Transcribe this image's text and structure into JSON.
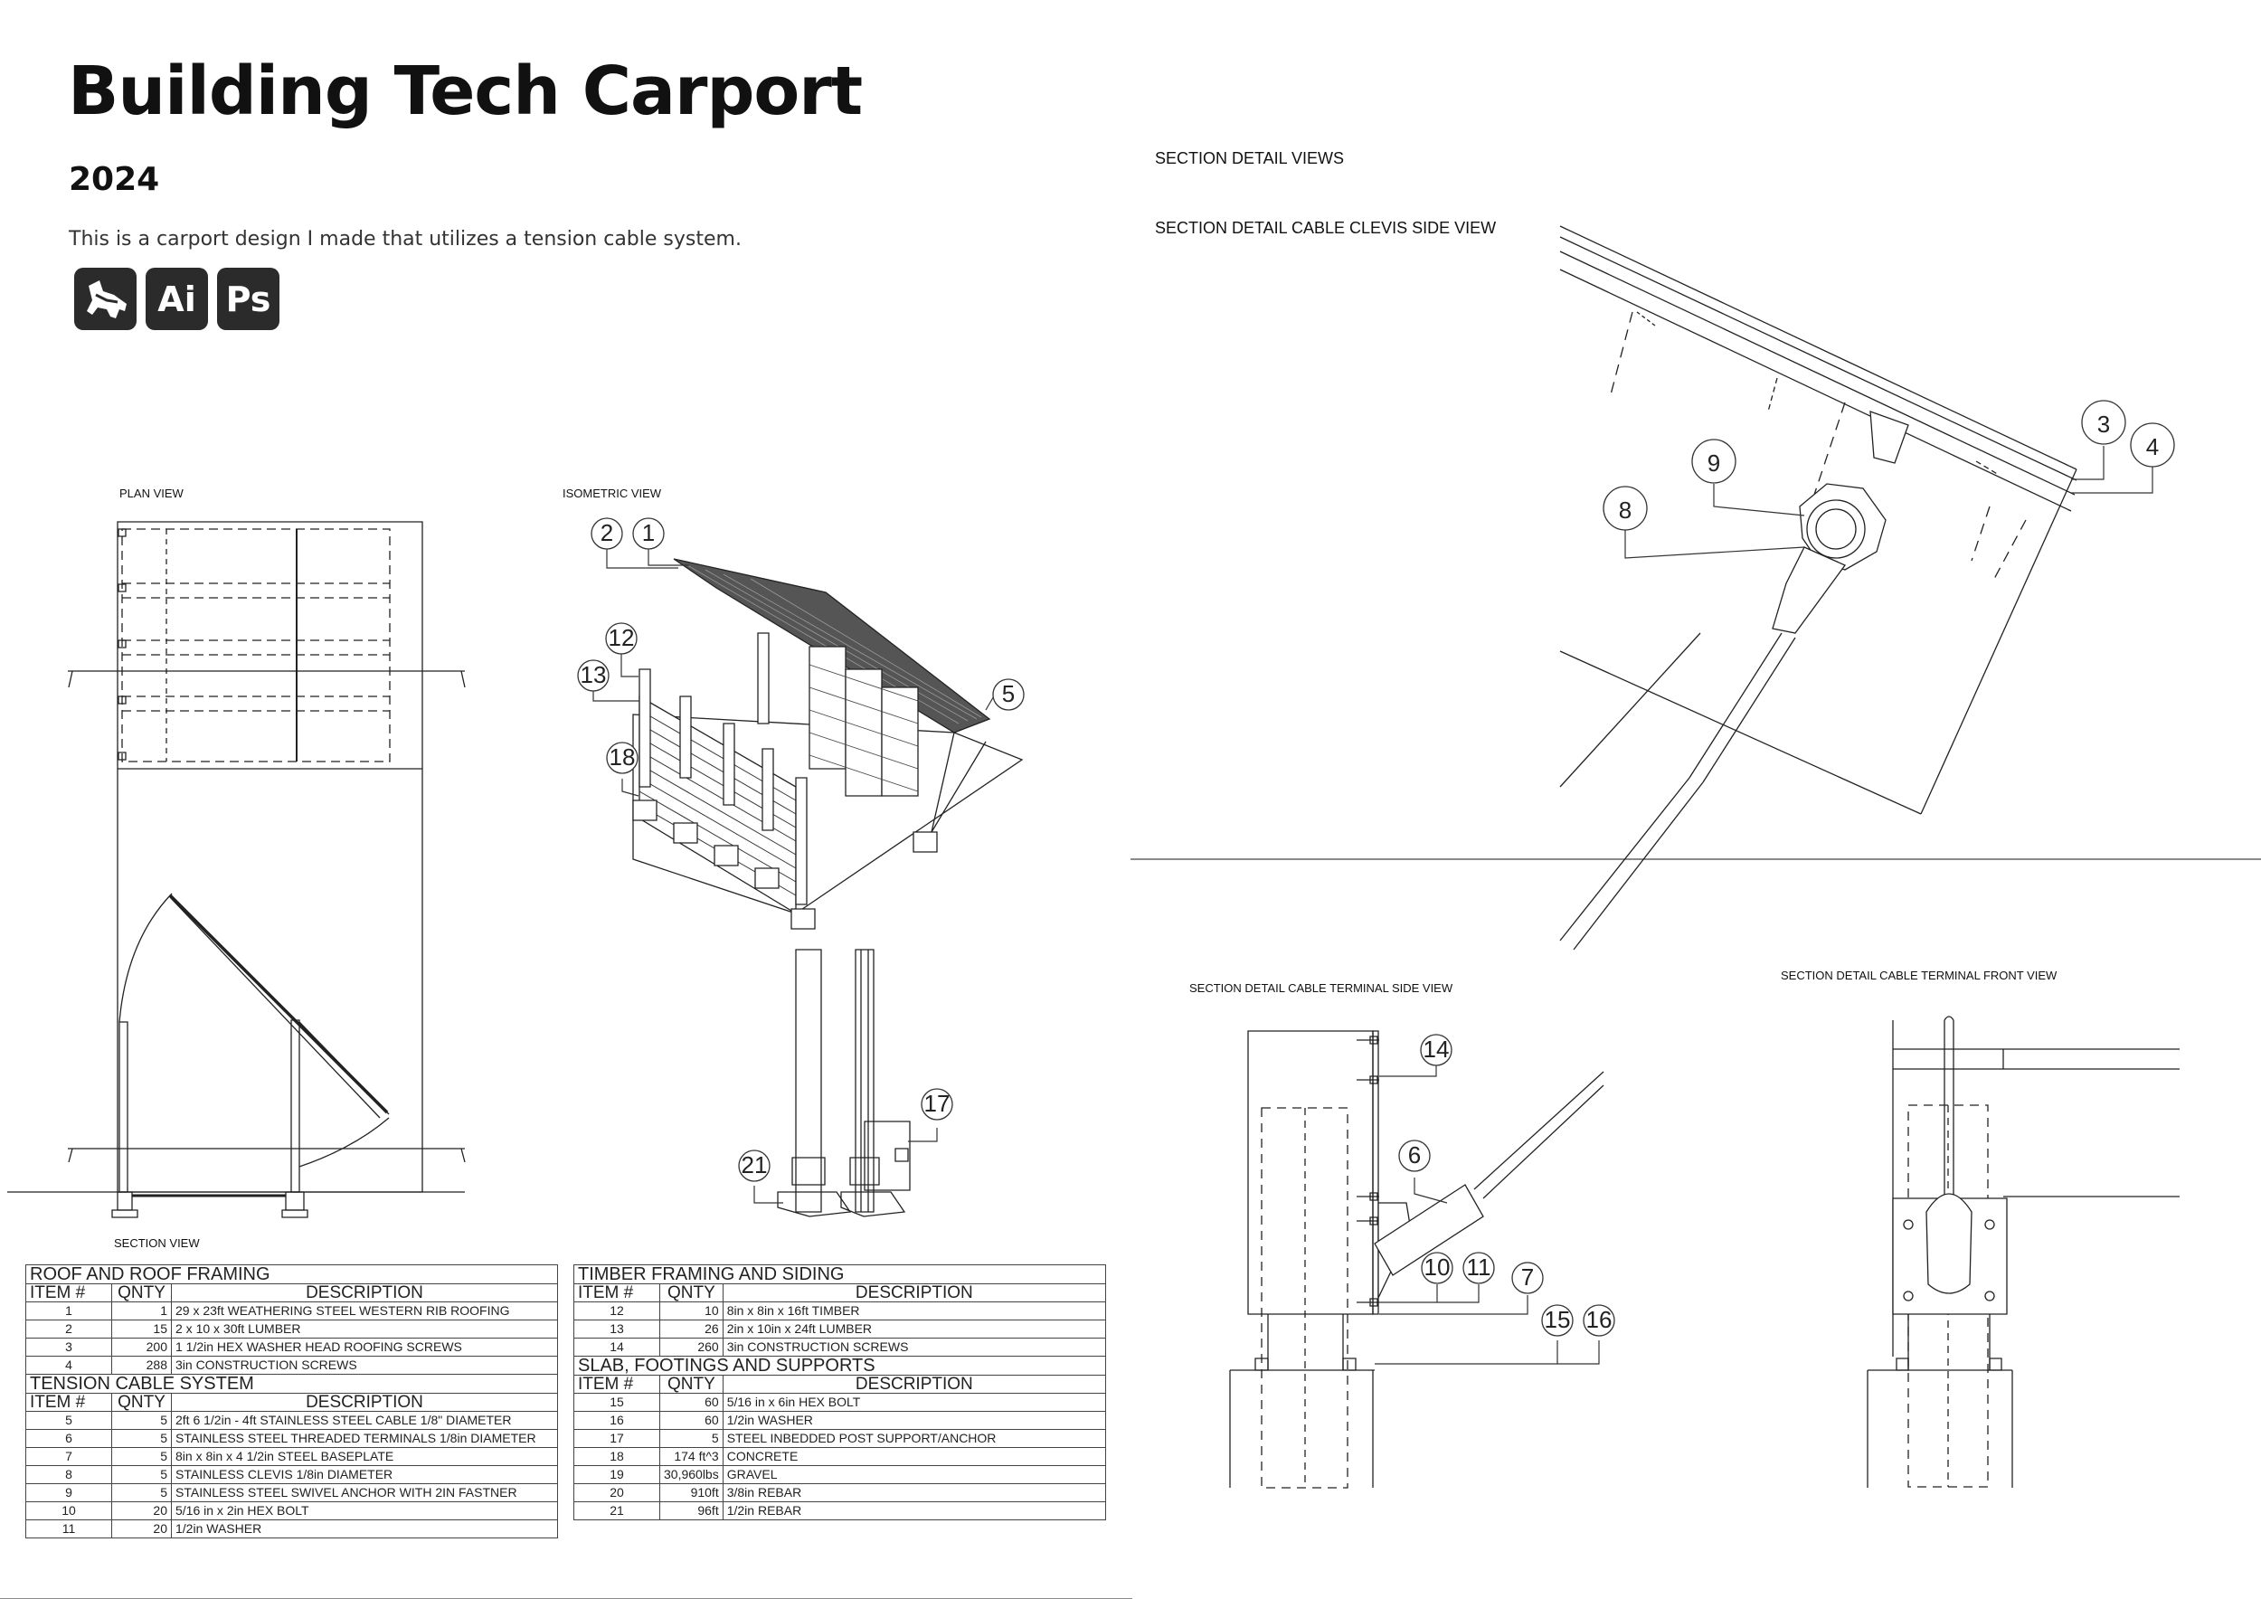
{
  "header": {
    "title": "Building Tech Carport",
    "year": "2024",
    "description": "This is a carport design I made that utilizes a tension cable system."
  },
  "tools": [
    {
      "name": "rhino",
      "icon": "rhino-icon",
      "label": ""
    },
    {
      "name": "illustrator",
      "icon": "illustrator-icon",
      "label": "Ai"
    },
    {
      "name": "photoshop",
      "icon": "photoshop-icon",
      "label": "Ps"
    }
  ],
  "views": {
    "plan": "PLAN VIEW",
    "isometric": "ISOMETRIC VIEW",
    "section": "SECTION VIEW",
    "section_detail_views": "SECTION DETAIL VIEWS",
    "clevis_side": "SECTION DETAIL CABLE CLEVIS SIDE VIEW",
    "terminal_side": "SECTION DETAIL CABLE TERMINAL SIDE VIEW",
    "terminal_front": "SECTION DETAIL CABLE TERMINAL FRONT VIEW"
  },
  "callouts": {
    "isometric": [
      "2",
      "1",
      "12",
      "13",
      "5",
      "18",
      "17",
      "21"
    ],
    "clevis": [
      "3",
      "4",
      "9",
      "8"
    ],
    "terminal": [
      "14",
      "6",
      "10",
      "11",
      "7",
      "15",
      "16"
    ]
  },
  "tables": {
    "col_item": "ITEM #",
    "col_qnty": "QNTY",
    "col_desc": "DESCRIPTION",
    "roof": {
      "title": "ROOF AND ROOF FRAMING",
      "rows": [
        [
          "1",
          "1",
          "29 x 23ft WEATHERING STEEL WESTERN RIB ROOFING"
        ],
        [
          "2",
          "15",
          "2 x 10 x 30ft LUMBER"
        ],
        [
          "3",
          "200",
          "1 1/2in HEX WASHER HEAD ROOFING SCREWS"
        ],
        [
          "4",
          "288",
          "3in CONSTRUCTION SCREWS"
        ]
      ]
    },
    "tension": {
      "title": "TENSION CABLE SYSTEM",
      "rows": [
        [
          "5",
          "5",
          "2ft 6 1/2in - 4ft STAINLESS STEEL CABLE 1/8\" DIAMETER"
        ],
        [
          "6",
          "5",
          "STAINLESS STEEL THREADED TERMINALS 1/8in DIAMETER"
        ],
        [
          "7",
          "5",
          "8in x 8in x 4 1/2in STEEL BASEPLATE"
        ],
        [
          "8",
          "5",
          "STAINLESS CLEVIS 1/8in DIAMETER"
        ],
        [
          "9",
          "5",
          "STAINLESS STEEL SWIVEL ANCHOR WITH 2IN FASTNER"
        ],
        [
          "10",
          "20",
          "5/16 in x 2in HEX BOLT"
        ],
        [
          "11",
          "20",
          "1/2in WASHER"
        ]
      ]
    },
    "timber": {
      "title": "TIMBER FRAMING AND SIDING",
      "rows": [
        [
          "12",
          "10",
          "8in x 8in x 16ft TIMBER"
        ],
        [
          "13",
          "26",
          "2in x 10in x 24ft LUMBER"
        ],
        [
          "14",
          "260",
          "3in CONSTRUCTION SCREWS"
        ]
      ]
    },
    "slab": {
      "title": "SLAB, FOOTINGS AND SUPPORTS",
      "rows": [
        [
          "15",
          "60",
          "5/16 in x 6in HEX BOLT"
        ],
        [
          "16",
          "60",
          "1/2in WASHER"
        ],
        [
          "17",
          "5",
          "STEEL INBEDDED POST SUPPORT/ANCHOR"
        ],
        [
          "18",
          "174 ft^3",
          "CONCRETE"
        ],
        [
          "19",
          "30,960lbs",
          "GRAVEL"
        ],
        [
          "20",
          "910ft",
          "3/8in REBAR"
        ],
        [
          "21",
          "96ft",
          "1/2in REBAR"
        ]
      ]
    }
  }
}
